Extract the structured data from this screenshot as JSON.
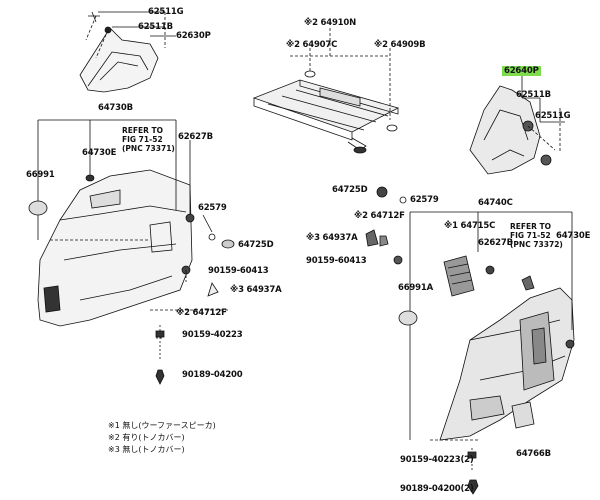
{
  "accent_color": "#7cdc4c",
  "labels": {
    "p62511g_top": "62511G",
    "p62511b_top": "62511B",
    "p62630p": "62630P",
    "p64910n": "※2 64910N",
    "p64907c": "※2 64907C",
    "p64909b": "※2 64909B",
    "p62640p": "62640P",
    "p62511b_r": "62511B",
    "p62511g_r": "62511G",
    "p64730b": "64730B",
    "p64730e_l": "64730E",
    "p62627b_l": "62627B",
    "p66991": "66991",
    "p62579_l": "62579",
    "p64725d": "64725D",
    "p90159_60413_l": "90159-60413",
    "p64937a_l": "※3 64937A",
    "p64712f_l": "※2 64712F",
    "p90159_40223_l": "90159-40223",
    "p90189_04200_l": "90189-04200",
    "p64725d_r": "64725D",
    "p62579_r": "62579",
    "p64740c": "64740C",
    "p64712f_r": "※2 64712F",
    "p64715c": "※1 64715C",
    "p62627b_r": "62627B",
    "p64937a_r": "※3 64937A",
    "p90159_60413_r": "90159-60413",
    "p64730e_r": "64730E",
    "p66991a": "66991A",
    "p64766b": "64766B",
    "p90159_40223_r": "90159-40223(2)",
    "p90189_04200_r": "90189-04200(2)"
  },
  "refs": {
    "left": [
      "REFER TO",
      "FIG 71-52",
      "(PNC 73371)"
    ],
    "right": [
      "REFER TO",
      "FIG 71-52",
      "(PNC 73372)"
    ]
  },
  "notes": [
    "※1 無し(ウーファースピーカ)",
    "※2 有り(トノカバー)",
    "※3 無し(トノカバー)"
  ]
}
